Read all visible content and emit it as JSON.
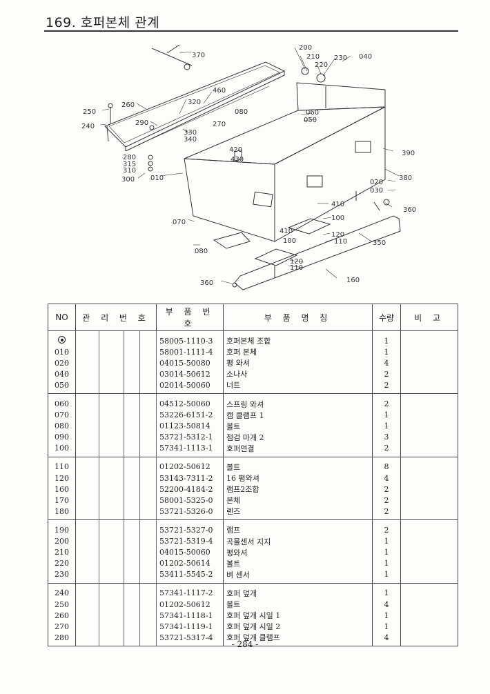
{
  "header": {
    "title": "169. 호퍼본체 관계"
  },
  "diagram": {
    "callouts": [
      "370",
      "200",
      "210",
      "230",
      "040",
      "220",
      "460",
      "320",
      "260",
      "250",
      "290",
      "080",
      "270",
      "060",
      "050",
      "240",
      "330",
      "340",
      "420",
      "430",
      "280",
      "315",
      "310",
      "300",
      "010",
      "390",
      "380",
      "020",
      "030",
      "410",
      "360",
      "070",
      "100",
      "410",
      "120",
      "110",
      "100",
      "350",
      "080",
      "120",
      "110",
      "360",
      "160"
    ]
  },
  "table": {
    "headers": {
      "no": "NO",
      "mgmt": "관 리 번 호",
      "part_no": "부 품 번 호",
      "part_name": "부 품 명 칭",
      "qty": "수량",
      "note": "비 고"
    },
    "groups": [
      [
        {
          "no": "◎",
          "part_no": "58005-1110-3",
          "name": "호퍼본체 조합",
          "qty": "1"
        },
        {
          "no": "010",
          "part_no": "58001-1111-4",
          "name": "호퍼 본체",
          "qty": "1"
        },
        {
          "no": "020",
          "part_no": "04015-50080",
          "name": "평 와셔",
          "qty": "4"
        },
        {
          "no": "040",
          "part_no": "03014-50612",
          "name": "소나사",
          "qty": "2"
        },
        {
          "no": "050",
          "part_no": "02014-50060",
          "name": "너트",
          "qty": "2"
        }
      ],
      [
        {
          "no": "060",
          "part_no": "04512-50060",
          "name": "스프링 와셔",
          "qty": "2"
        },
        {
          "no": "070",
          "part_no": "53226-6151-2",
          "name": "캠 클램프 1",
          "qty": "1"
        },
        {
          "no": "080",
          "part_no": "01123-50814",
          "name": "볼트",
          "qty": "1"
        },
        {
          "no": "090",
          "part_no": "53721-5312-1",
          "name": "점검 마개 2",
          "qty": "3"
        },
        {
          "no": "100",
          "part_no": "57341-1113-1",
          "name": "호퍼연결",
          "qty": "2"
        }
      ],
      [
        {
          "no": "110",
          "part_no": "01202-50612",
          "name": "볼트",
          "qty": "8"
        },
        {
          "no": "120",
          "part_no": "53143-7311-2",
          "name": "16 평와셔",
          "qty": "4"
        },
        {
          "no": "160",
          "part_no": "52200-4184-2",
          "name": "램프2조합",
          "qty": "2"
        },
        {
          "no": "170",
          "part_no": "58001-5325-0",
          "name": "본체",
          "qty": "2"
        },
        {
          "no": "180",
          "part_no": "53721-5326-0",
          "name": "렌즈",
          "qty": "2"
        }
      ],
      [
        {
          "no": "190",
          "part_no": "53721-5327-0",
          "name": "램프",
          "qty": "2"
        },
        {
          "no": "200",
          "part_no": "53721-5319-4",
          "name": "곡물센서 지지",
          "qty": "1"
        },
        {
          "no": "210",
          "part_no": "04015-50060",
          "name": "평와셔",
          "qty": "1"
        },
        {
          "no": "220",
          "part_no": "01202-50614",
          "name": "볼트",
          "qty": "1"
        },
        {
          "no": "230",
          "part_no": "53411-5545-2",
          "name": "벼 센서",
          "qty": "1"
        }
      ],
      [
        {
          "no": "240",
          "part_no": "57341-1117-2",
          "name": "호퍼 덮개",
          "qty": "1"
        },
        {
          "no": "250",
          "part_no": "01202-50612",
          "name": "볼트",
          "qty": "4"
        },
        {
          "no": "260",
          "part_no": "57341-1118-1",
          "name": "호퍼 덮개 시일 1",
          "qty": "1"
        },
        {
          "no": "270",
          "part_no": "57341-1119-1",
          "name": "호퍼 덮개 시일 2",
          "qty": "1"
        },
        {
          "no": "280",
          "part_no": "53721-5317-4",
          "name": "호퍼 덮개 클램프",
          "qty": "4"
        }
      ]
    ]
  },
  "footer": {
    "page": "- 284 -"
  }
}
